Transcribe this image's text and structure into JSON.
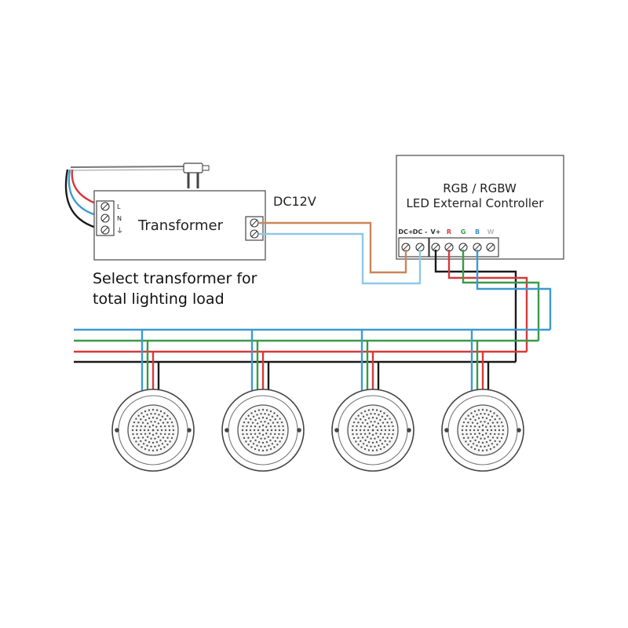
{
  "transformer": {
    "label": "Transformer",
    "output_label": "DC12V",
    "input_terminals": [
      "L",
      "N",
      "⏚"
    ]
  },
  "note": {
    "line1": "Select transformer for",
    "line2": "total lighting load"
  },
  "controller": {
    "line1": "RGB / RGBW",
    "line2": "LED External Controller",
    "terminals": [
      {
        "label": "DC+",
        "color": "#333333"
      },
      {
        "label": "DC -",
        "color": "#333333"
      },
      {
        "label": "V+",
        "color": "#333333"
      },
      {
        "label": "R",
        "color": "#d8383a"
      },
      {
        "label": "G",
        "color": "#3a9a4a"
      },
      {
        "label": "B",
        "color": "#3c8fd0"
      },
      {
        "label": "W",
        "color": "#bbbbbb"
      }
    ]
  },
  "wire_colors": {
    "dc_positive": "#c8875a",
    "dc_negative": "#8ec8e8",
    "v_plus": "#1a1a1a",
    "red": "#d8383a",
    "green": "#3a9a4a",
    "blue": "#3c9ad0",
    "mains_live": "#d8383a",
    "mains_neutral": "#3c9ad0",
    "mains_earth": "#1a1a1a"
  },
  "lights": {
    "count": 4
  }
}
